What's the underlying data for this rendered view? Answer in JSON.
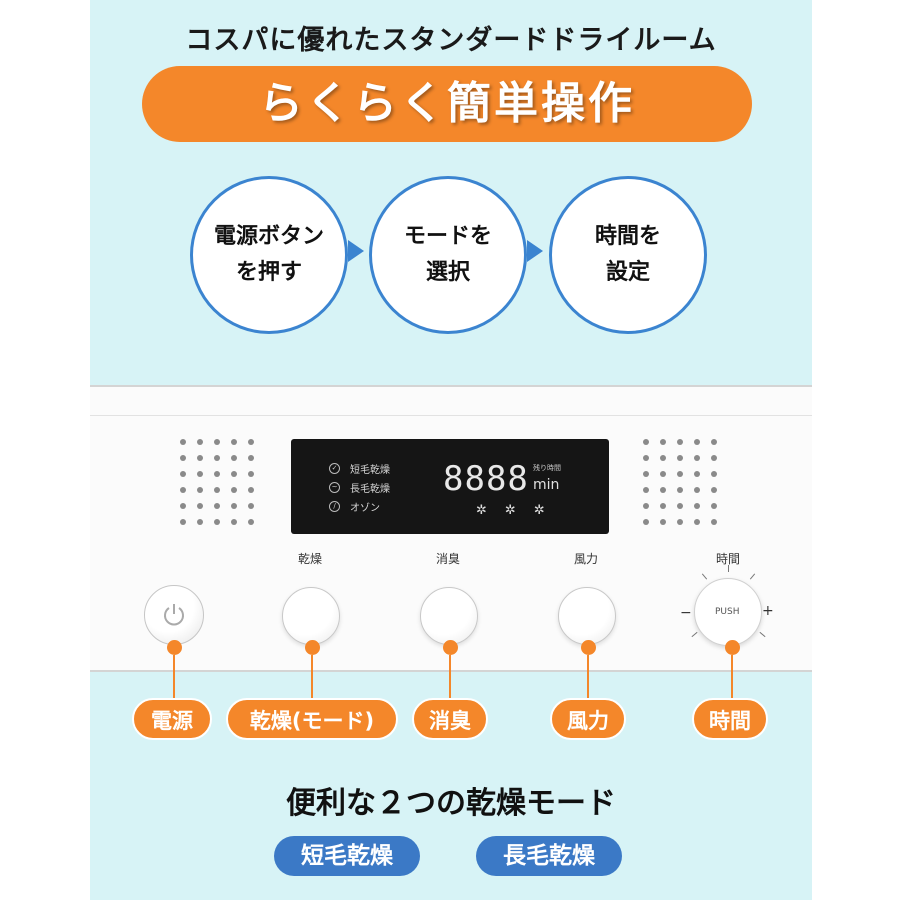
{
  "header": {
    "subtitle": "コスパに優れたスタンダードドライルーム",
    "title": "らくらく簡単操作"
  },
  "steps": [
    {
      "line1": "電源ボタン",
      "line2": "を押す"
    },
    {
      "line1": "モードを",
      "line2": "選択"
    },
    {
      "line1": "時間を",
      "line2": "設定"
    }
  ],
  "panel": {
    "display": {
      "modes": [
        {
          "icon": "short-hair-icon",
          "label": "短毛乾燥"
        },
        {
          "icon": "long-hair-icon",
          "label": "長毛乾燥"
        },
        {
          "icon": "ozone-icon",
          "label": "オゾン"
        }
      ],
      "digits": "8888",
      "remaining_label": "残り時間",
      "unit": "min"
    },
    "buttons": [
      {
        "label": "乾燥"
      },
      {
        "label": "消臭"
      },
      {
        "label": "風力"
      },
      {
        "label": "時間"
      }
    ],
    "dial": {
      "push_label": "PUSH",
      "minus": "−",
      "plus": "+"
    }
  },
  "callouts": [
    "電源",
    "乾燥(モード)",
    "消臭",
    "風力",
    "時間"
  ],
  "modes_section": {
    "heading": "便利な２つの乾燥モード",
    "pills": [
      "短毛乾燥",
      "長毛乾燥"
    ]
  },
  "colors": {
    "accent_orange": "#f4872a",
    "accent_blue": "#3b84d0",
    "background": "#d7f3f6"
  }
}
